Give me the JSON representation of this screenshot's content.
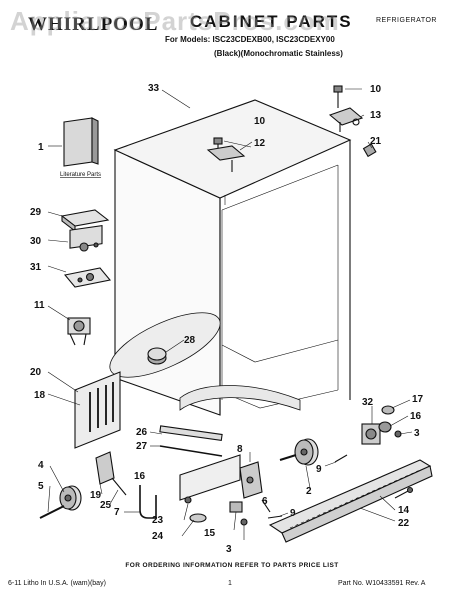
{
  "header": {
    "brand": "WHIRLPOOL",
    "title": "CABINET PARTS",
    "category": "REFRIGERATOR",
    "models": "For Models: ISC23CDEXB00, ISC23CDEXY00",
    "variant": "(Black)(Monochromatic Stainless)"
  },
  "watermark": "AppliancePartsPros.com",
  "labels": {
    "literature": "Literature Parts"
  },
  "callouts": [
    "33",
    "10",
    "13",
    "21",
    "10",
    "12",
    "1",
    "29",
    "30",
    "31",
    "11",
    "28",
    "20",
    "18",
    "17",
    "32",
    "16",
    "3",
    "26",
    "27",
    "8",
    "9",
    "4",
    "16",
    "5",
    "19",
    "25",
    "7",
    "6",
    "2",
    "23",
    "24",
    "15",
    "9",
    "3",
    "14",
    "22"
  ],
  "footer": {
    "ordering": "FOR ORDERING INFORMATION REFER TO PARTS PRICE LIST",
    "left": "6-11 Litho In U.S.A. (wam)(bay)",
    "center": "1",
    "right": "Part No. W10433591 Rev. A"
  }
}
